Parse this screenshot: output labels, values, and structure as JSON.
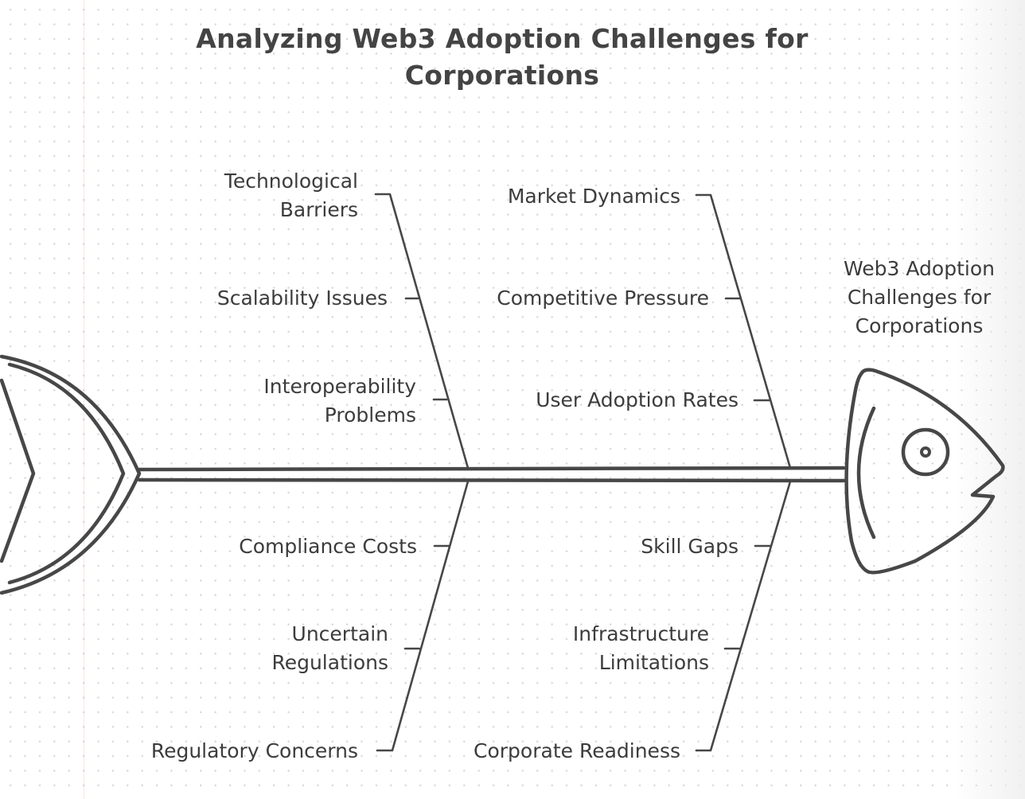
{
  "title": "Analyzing Web3 Adoption Challenges for Corporations",
  "head_label": "Web3 Adoption Challenges for Corporations",
  "colors": {
    "stroke": "#474747",
    "text": "#3c3c3c",
    "background": "#ffffff",
    "grid_dot": "#d9d9d9"
  },
  "categories": [
    {
      "name": "Technological Barriers",
      "position": "top-left",
      "causes": [
        "Scalability Issues",
        "Interoperability Problems"
      ]
    },
    {
      "name": "Market Dynamics",
      "position": "top-right",
      "causes": [
        "Competitive Pressure",
        "User Adoption Rates"
      ]
    },
    {
      "name": "Regulatory Concerns",
      "position": "bottom-left",
      "causes": [
        "Compliance Costs",
        "Uncertain Regulations"
      ]
    },
    {
      "name": "Corporate Readiness",
      "position": "bottom-right",
      "causes": [
        "Skill Gaps",
        "Infrastructure Limitations"
      ]
    }
  ]
}
